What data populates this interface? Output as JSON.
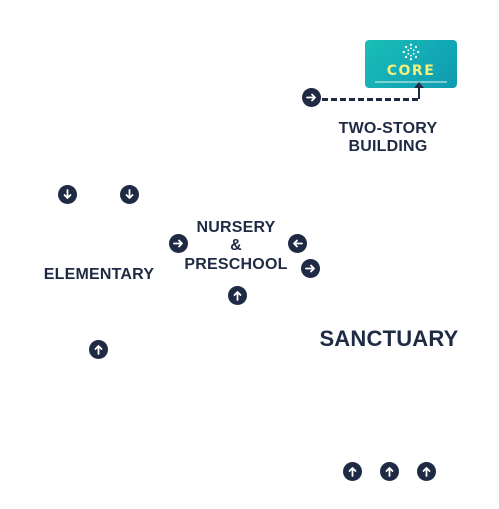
{
  "map": {
    "labels": {
      "building_line1": "TWO-STORY",
      "building_line2": "BUILDING",
      "nursery_line1": "NURSERY",
      "nursery_line2": "&",
      "nursery_line3": "PRESCHOOL",
      "elementary": "ELEMENTARY",
      "sanctuary": "SANCTUARY"
    },
    "core_logo": {
      "text": "CORE",
      "bg": "#14b3b5",
      "text_color": "#f6f07a"
    },
    "colors": {
      "ink": "#1f2a44",
      "background": "#ffffff"
    },
    "markers": [
      {
        "id": "entrance-two-story",
        "icon": "arrow-right-circle-icon"
      },
      {
        "id": "entrance-elementary-top-left",
        "icon": "arrow-down-circle-icon"
      },
      {
        "id": "entrance-elementary-top-right",
        "icon": "arrow-down-circle-icon"
      },
      {
        "id": "entrance-nursery-left",
        "icon": "arrow-right-circle-icon"
      },
      {
        "id": "entrance-nursery-right-upper",
        "icon": "arrow-left-circle-icon"
      },
      {
        "id": "entrance-nursery-right-lower",
        "icon": "arrow-right-circle-icon"
      },
      {
        "id": "entrance-nursery-bottom",
        "icon": "arrow-up-circle-icon"
      },
      {
        "id": "entrance-elementary-bottom",
        "icon": "arrow-up-circle-icon"
      },
      {
        "id": "entrance-sanctuary-1",
        "icon": "arrow-up-circle-icon"
      },
      {
        "id": "entrance-sanctuary-2",
        "icon": "arrow-up-circle-icon"
      },
      {
        "id": "entrance-sanctuary-3",
        "icon": "arrow-up-circle-icon"
      }
    ]
  }
}
